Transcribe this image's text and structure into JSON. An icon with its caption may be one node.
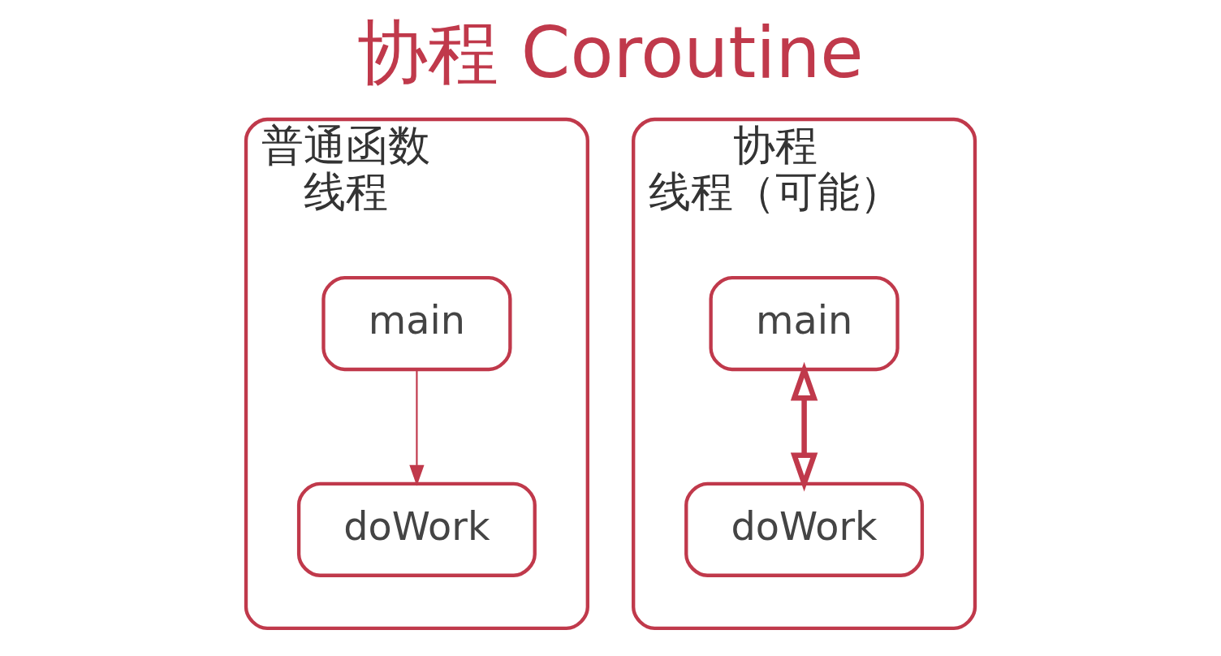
{
  "diagram": {
    "title": "协程 Coroutine",
    "nodes": [
      {
        "text": [
          "普通函数",
          "线程"
        ]
      },
      {
        "text": [
          "main"
        ],
        "in": 0
      },
      {
        "text": [
          "doWork"
        ],
        "in": 0
      },
      {
        "text": [
          "协程",
          "线程（可能）"
        ]
      },
      {
        "text": [
          "main"
        ],
        "in": 3
      },
      {
        "text": [
          "doWork"
        ],
        "in": 3
      }
    ],
    "edges": [
      {
        "from": 1,
        "to": 2,
        "arrow": "to"
      },
      {
        "from": 4,
        "to": 5,
        "arrow": "both",
        "style": "thick"
      }
    ]
  }
}
